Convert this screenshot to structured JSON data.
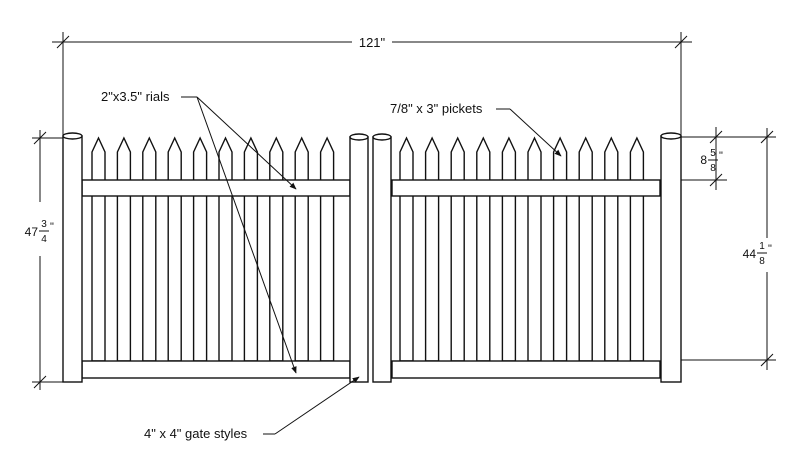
{
  "diagram": {
    "overall_width": "121\"",
    "left_height": {
      "whole": "47",
      "num": "3",
      "den": "4",
      "suffix": "\""
    },
    "right_height": {
      "whole": "44",
      "num": "1",
      "den": "8",
      "suffix": "\""
    },
    "picket_tip": {
      "whole": "8",
      "num": "5",
      "den": "8",
      "suffix": "\""
    },
    "labels": {
      "rails": "2\"x3.5\" rials",
      "pickets": "7/8\" x 3\" pickets",
      "gate_styles": "4\" x 4\" gate styles"
    }
  }
}
